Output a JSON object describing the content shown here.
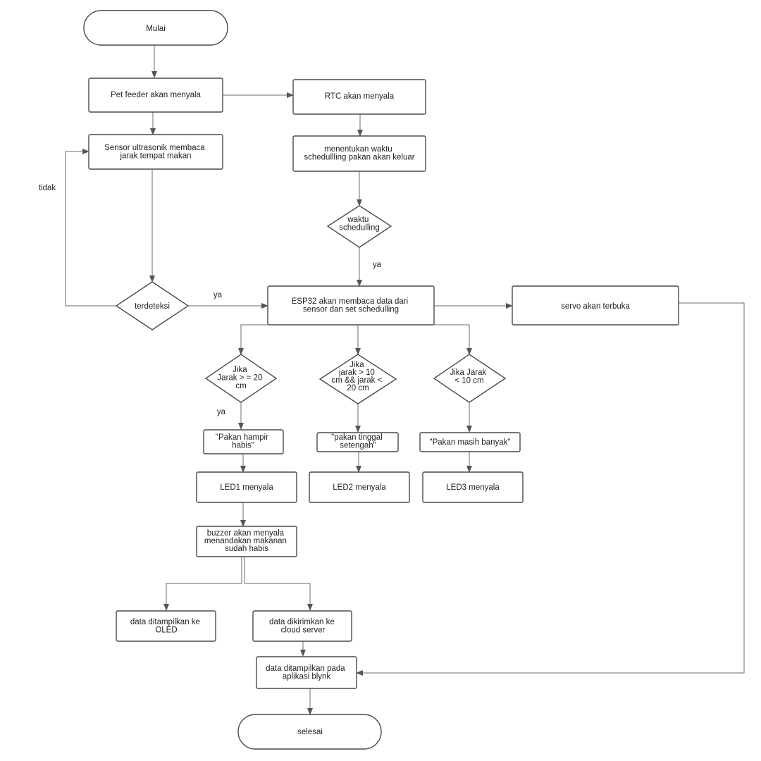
{
  "diagram": {
    "nodes": {
      "start": [
        "Mulai"
      ],
      "pet_feeder": [
        "Pet feeder akan menyala"
      ],
      "rtc": [
        "RTC akan menyala"
      ],
      "sensor": [
        "Sensor ultrasonik membaca",
        "jarak tempat makan"
      ],
      "schedule_time": [
        "menentukan waktu",
        "schedullling pakan akan keluar"
      ],
      "waktu_decision": [
        "waktu",
        "schedulling"
      ],
      "terdeteksi": [
        "terdeteksi"
      ],
      "esp32": [
        "ESP32 akan membaca data dari",
        "sensor dan set schedulling"
      ],
      "servo": [
        "servo akan terbuka"
      ],
      "cond_20": [
        "Jika",
        "Jarak > = 20",
        "cm"
      ],
      "cond_10_20": [
        "Jika",
        "jarak > 10",
        "cm && jarak <",
        "20 cm"
      ],
      "cond_10": [
        "Jika Jarak",
        "< 10 cm"
      ],
      "msg_habis": [
        "\"Pakan hampir",
        "habis\""
      ],
      "msg_setengah": [
        "\"pakan tinggal",
        "setengah\""
      ],
      "msg_banyak": [
        "\"Pakan masih banyak\""
      ],
      "led1": [
        "LED1 menyala"
      ],
      "led2": [
        "LED2 menyala"
      ],
      "led3": [
        "LED3 menyala"
      ],
      "buzzer": [
        "buzzer akan menyala",
        "menandakan makanan",
        "sudah habis"
      ],
      "oled": [
        "data ditampilkan ke",
        "OLED"
      ],
      "cloud": [
        "data dikirimkan ke",
        "cloud server"
      ],
      "blynk": [
        "data ditampilkan pada",
        "aplikasi blynk"
      ],
      "end": [
        "selesai"
      ]
    },
    "edge_labels": {
      "tidak": "tidak",
      "ya_terdeteksi": "ya",
      "ya_waktu": "ya",
      "ya_jarak20": "ya"
    }
  }
}
